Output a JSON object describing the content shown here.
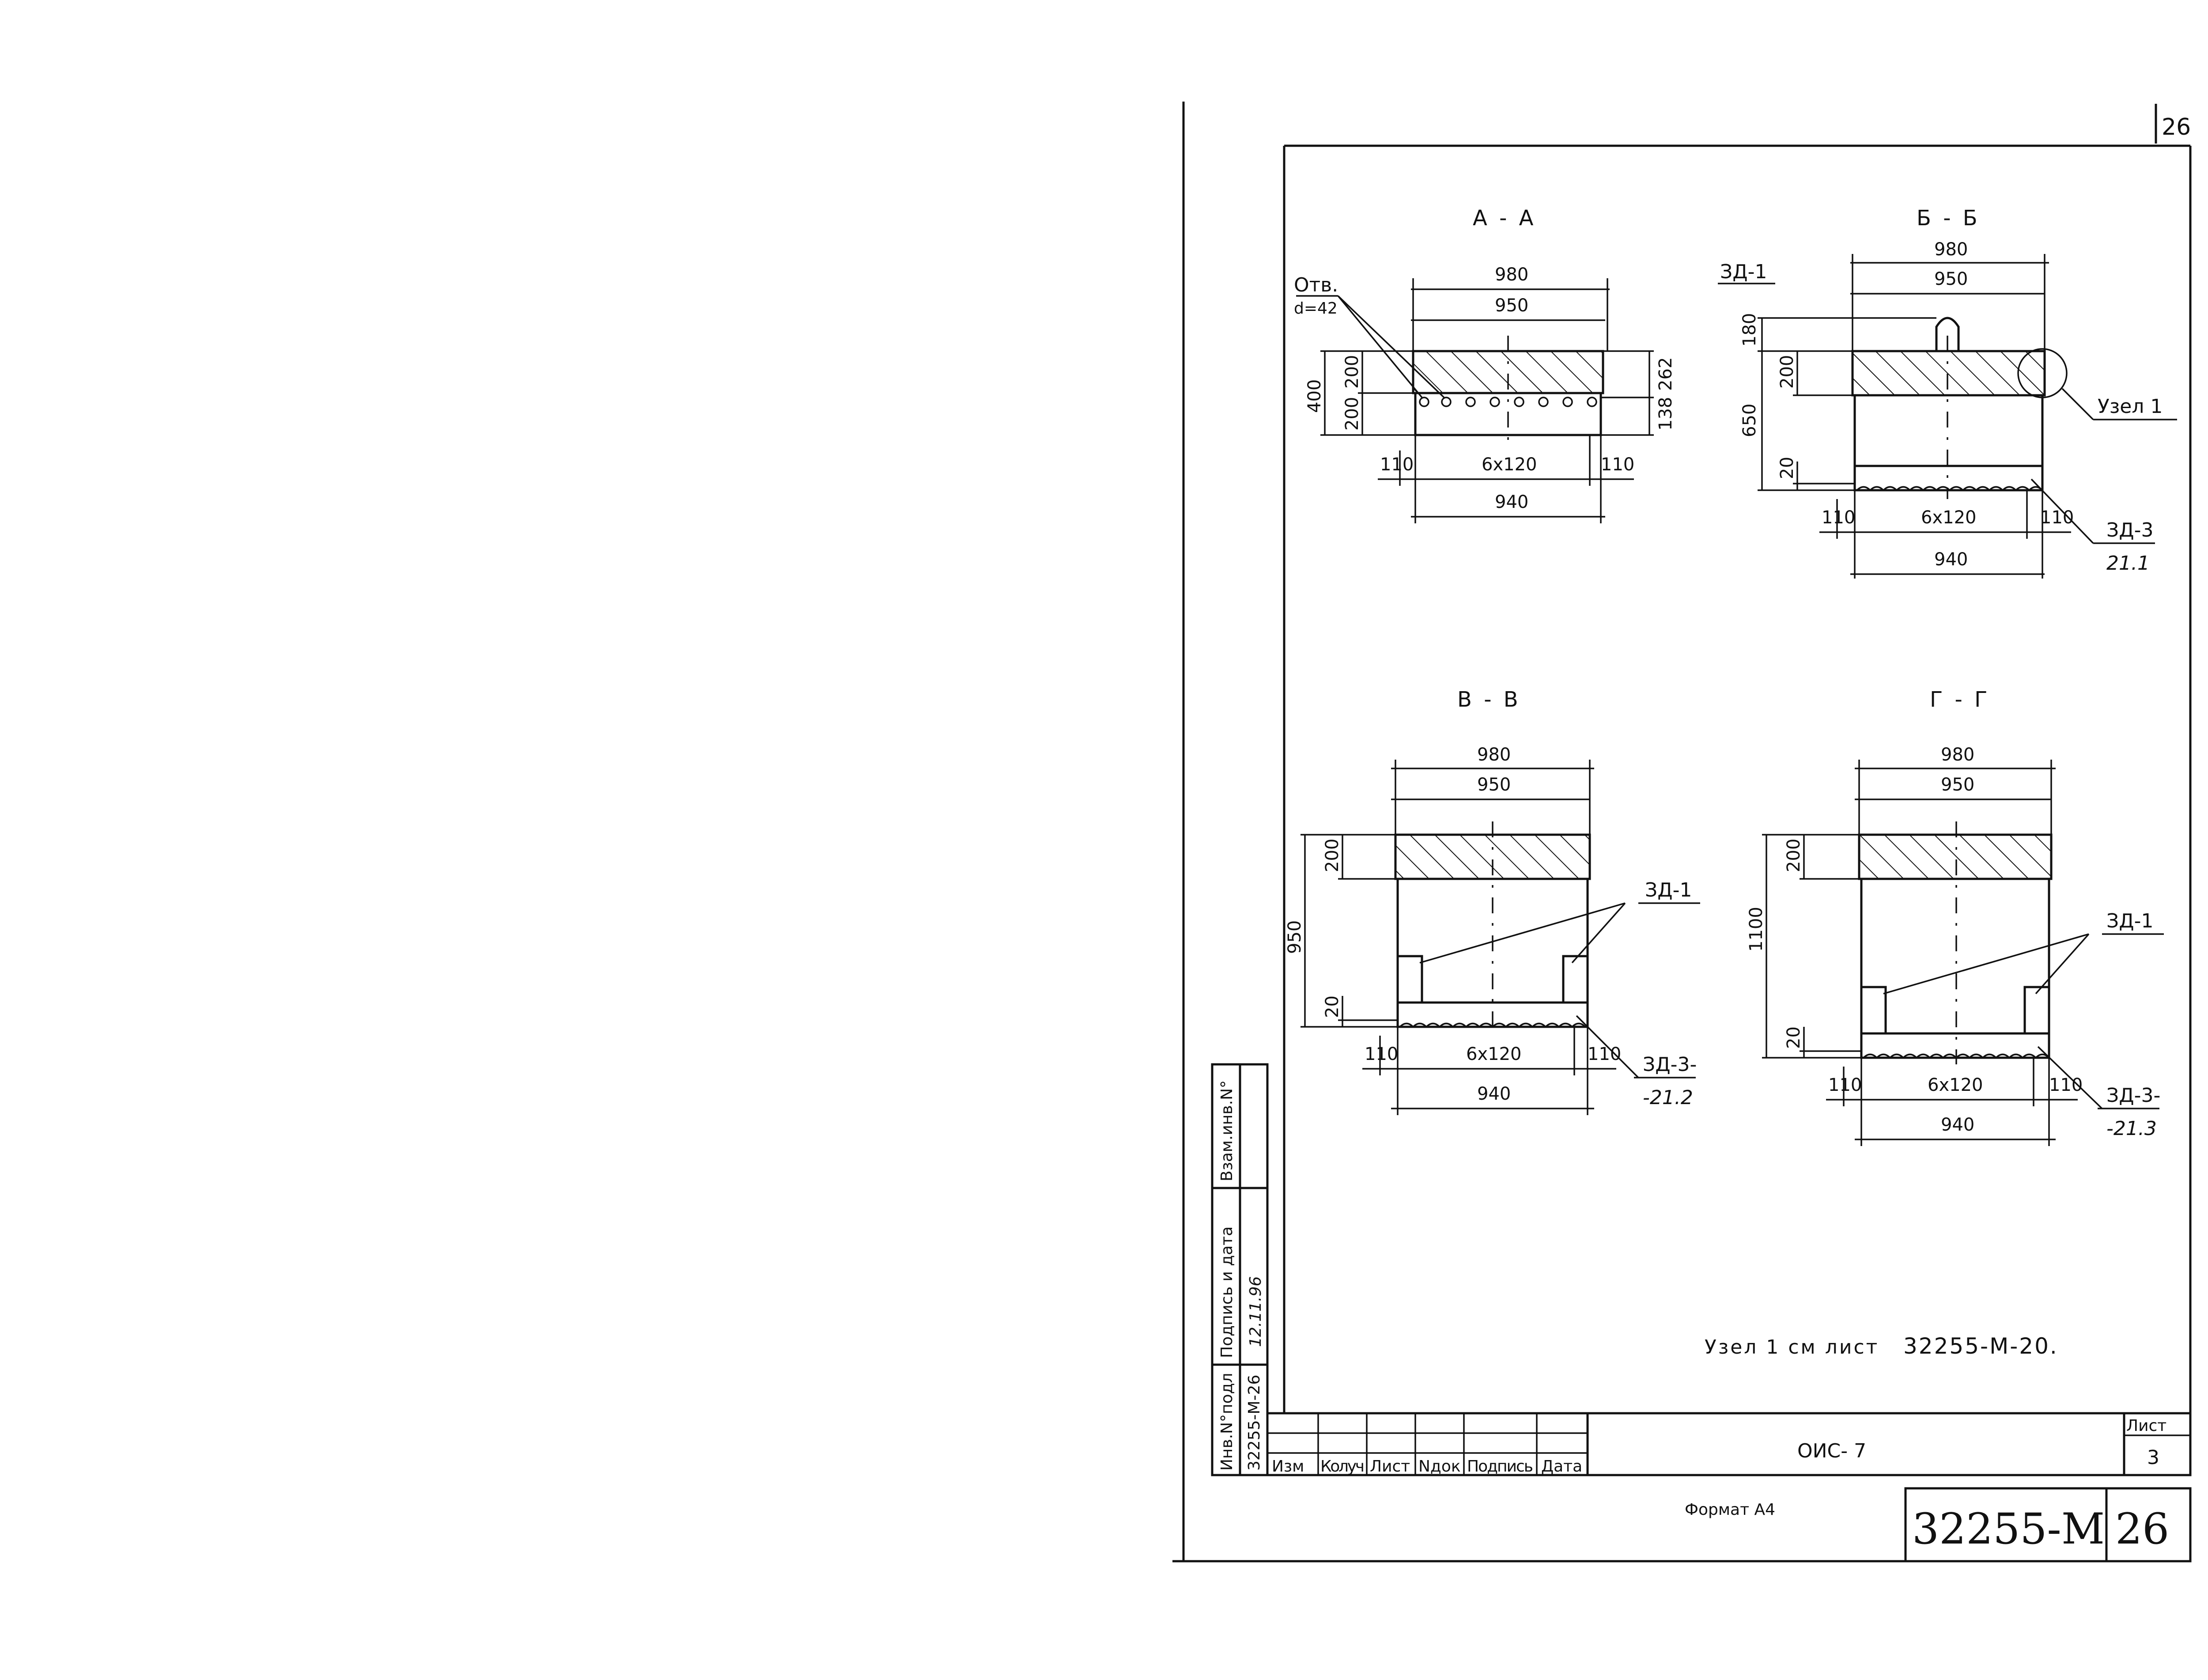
{
  "page_number": "26",
  "sections": {
    "aa": {
      "title": "А - А",
      "dims": {
        "w_top": "980",
        "w_inner": "950",
        "h_total": "400",
        "h_top": "200",
        "h_bottom": "200",
        "r_top": "262",
        "r_bottom": "138",
        "left": "110",
        "mid": "6x120",
        "right": "110",
        "w_bottom": "940"
      },
      "hole_label": "Отв.",
      "hole_d": "d=42"
    },
    "bb": {
      "title": "Б - Б",
      "dims": {
        "w_top": "980",
        "w_inner": "950",
        "h_pin": "180",
        "h_slab": "200",
        "h_total": "650",
        "h_plate": "20",
        "left": "110",
        "mid": "6x120",
        "right": "110",
        "w_bottom": "940"
      },
      "zd1": "ЗД-1",
      "node": "Узел 1",
      "zd3": "ЗД-3",
      "zd3_ref": "21.1"
    },
    "vv": {
      "title": "В - В",
      "dims": {
        "w_top": "980",
        "w_inner": "950",
        "h_slab": "200",
        "h_total": "950",
        "h_plate": "20",
        "left": "110",
        "mid": "6x120",
        "right": "110",
        "w_bottom": "940"
      },
      "zd1": "ЗД-1",
      "zd3": "ЗД-3-",
      "zd3_ref": "-21.2"
    },
    "gg": {
      "title": "Г - Г",
      "dims": {
        "w_top": "980",
        "w_inner": "950",
        "h_slab": "200",
        "h_total": "1100",
        "h_plate": "20",
        "left": "110",
        "mid": "6x120",
        "right": "110",
        "w_bottom": "940"
      },
      "zd1": "ЗД-1",
      "zd3": "ЗД-3-",
      "zd3_ref": "-21.3"
    }
  },
  "note": "Узел 1 см лист",
  "note_ref": "32255-М-20.",
  "side_stamp": {
    "inv_label": "Инв.N°подл",
    "inv_value": "32255-М-26",
    "sign_label": "Подпись и дата",
    "sign_value": "12.11.96",
    "vzam_label": "Взам.инв.N°"
  },
  "title_block": {
    "columns": [
      "Изм",
      "Колуч",
      "Лист",
      "Nдок",
      "Подпись",
      "Дата"
    ],
    "name": "ОИС- 7",
    "sheet_label": "Лист",
    "sheet_no": "3",
    "code": "32255-М",
    "code_sheet": "26",
    "format": "Формат А4"
  }
}
